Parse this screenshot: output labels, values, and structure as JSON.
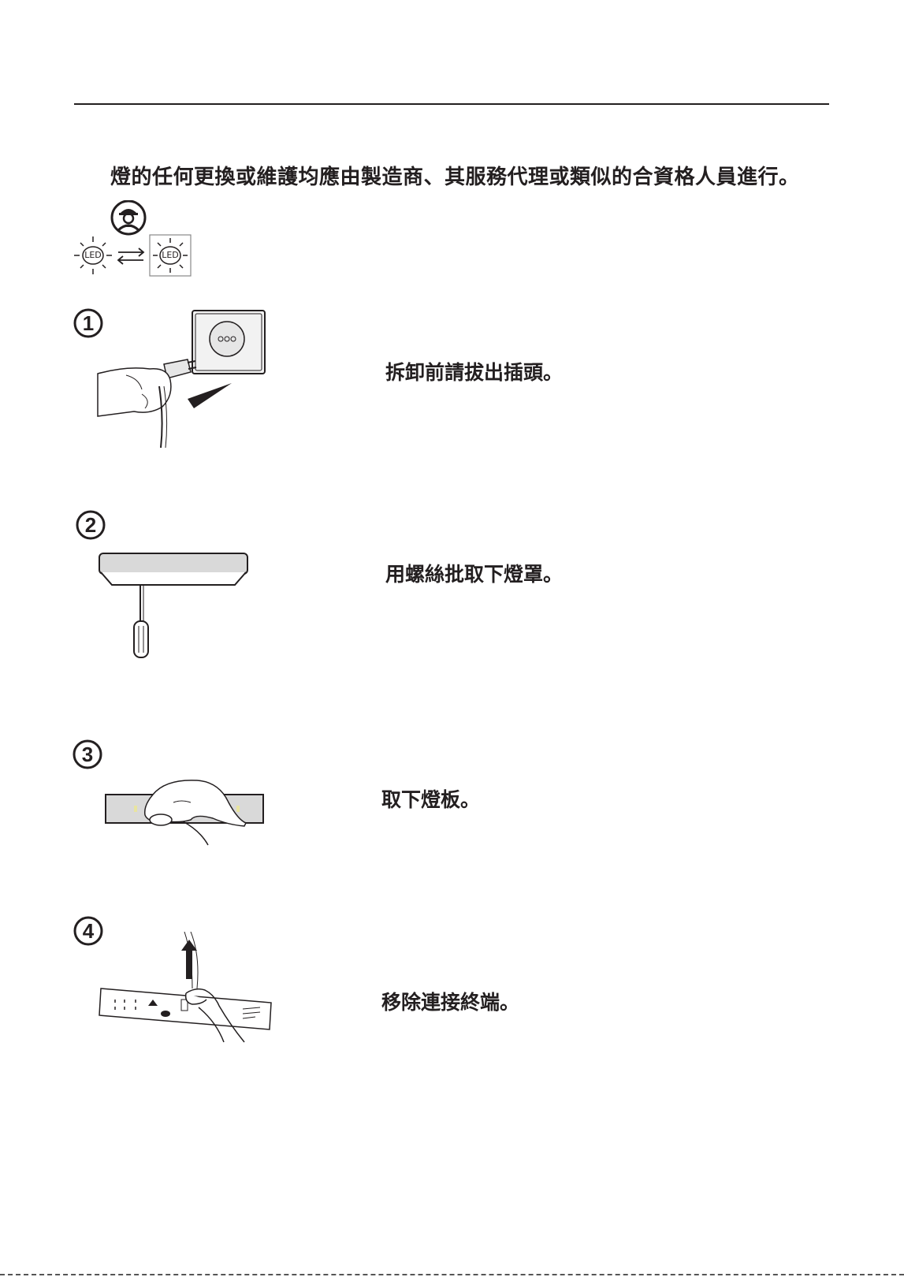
{
  "intro_text": "燈的任何更換或維護均應由製造商、其服務代理或類似的合資格人員進行。",
  "led_icon_label": "LED",
  "steps": [
    {
      "number": "1",
      "text": "拆卸前請拔出插頭。"
    },
    {
      "number": "2",
      "text": "用螺絲批取下燈罩。"
    },
    {
      "number": "3",
      "text": "取下燈板。"
    },
    {
      "number": "4",
      "text": "移除連接終端。"
    }
  ]
}
